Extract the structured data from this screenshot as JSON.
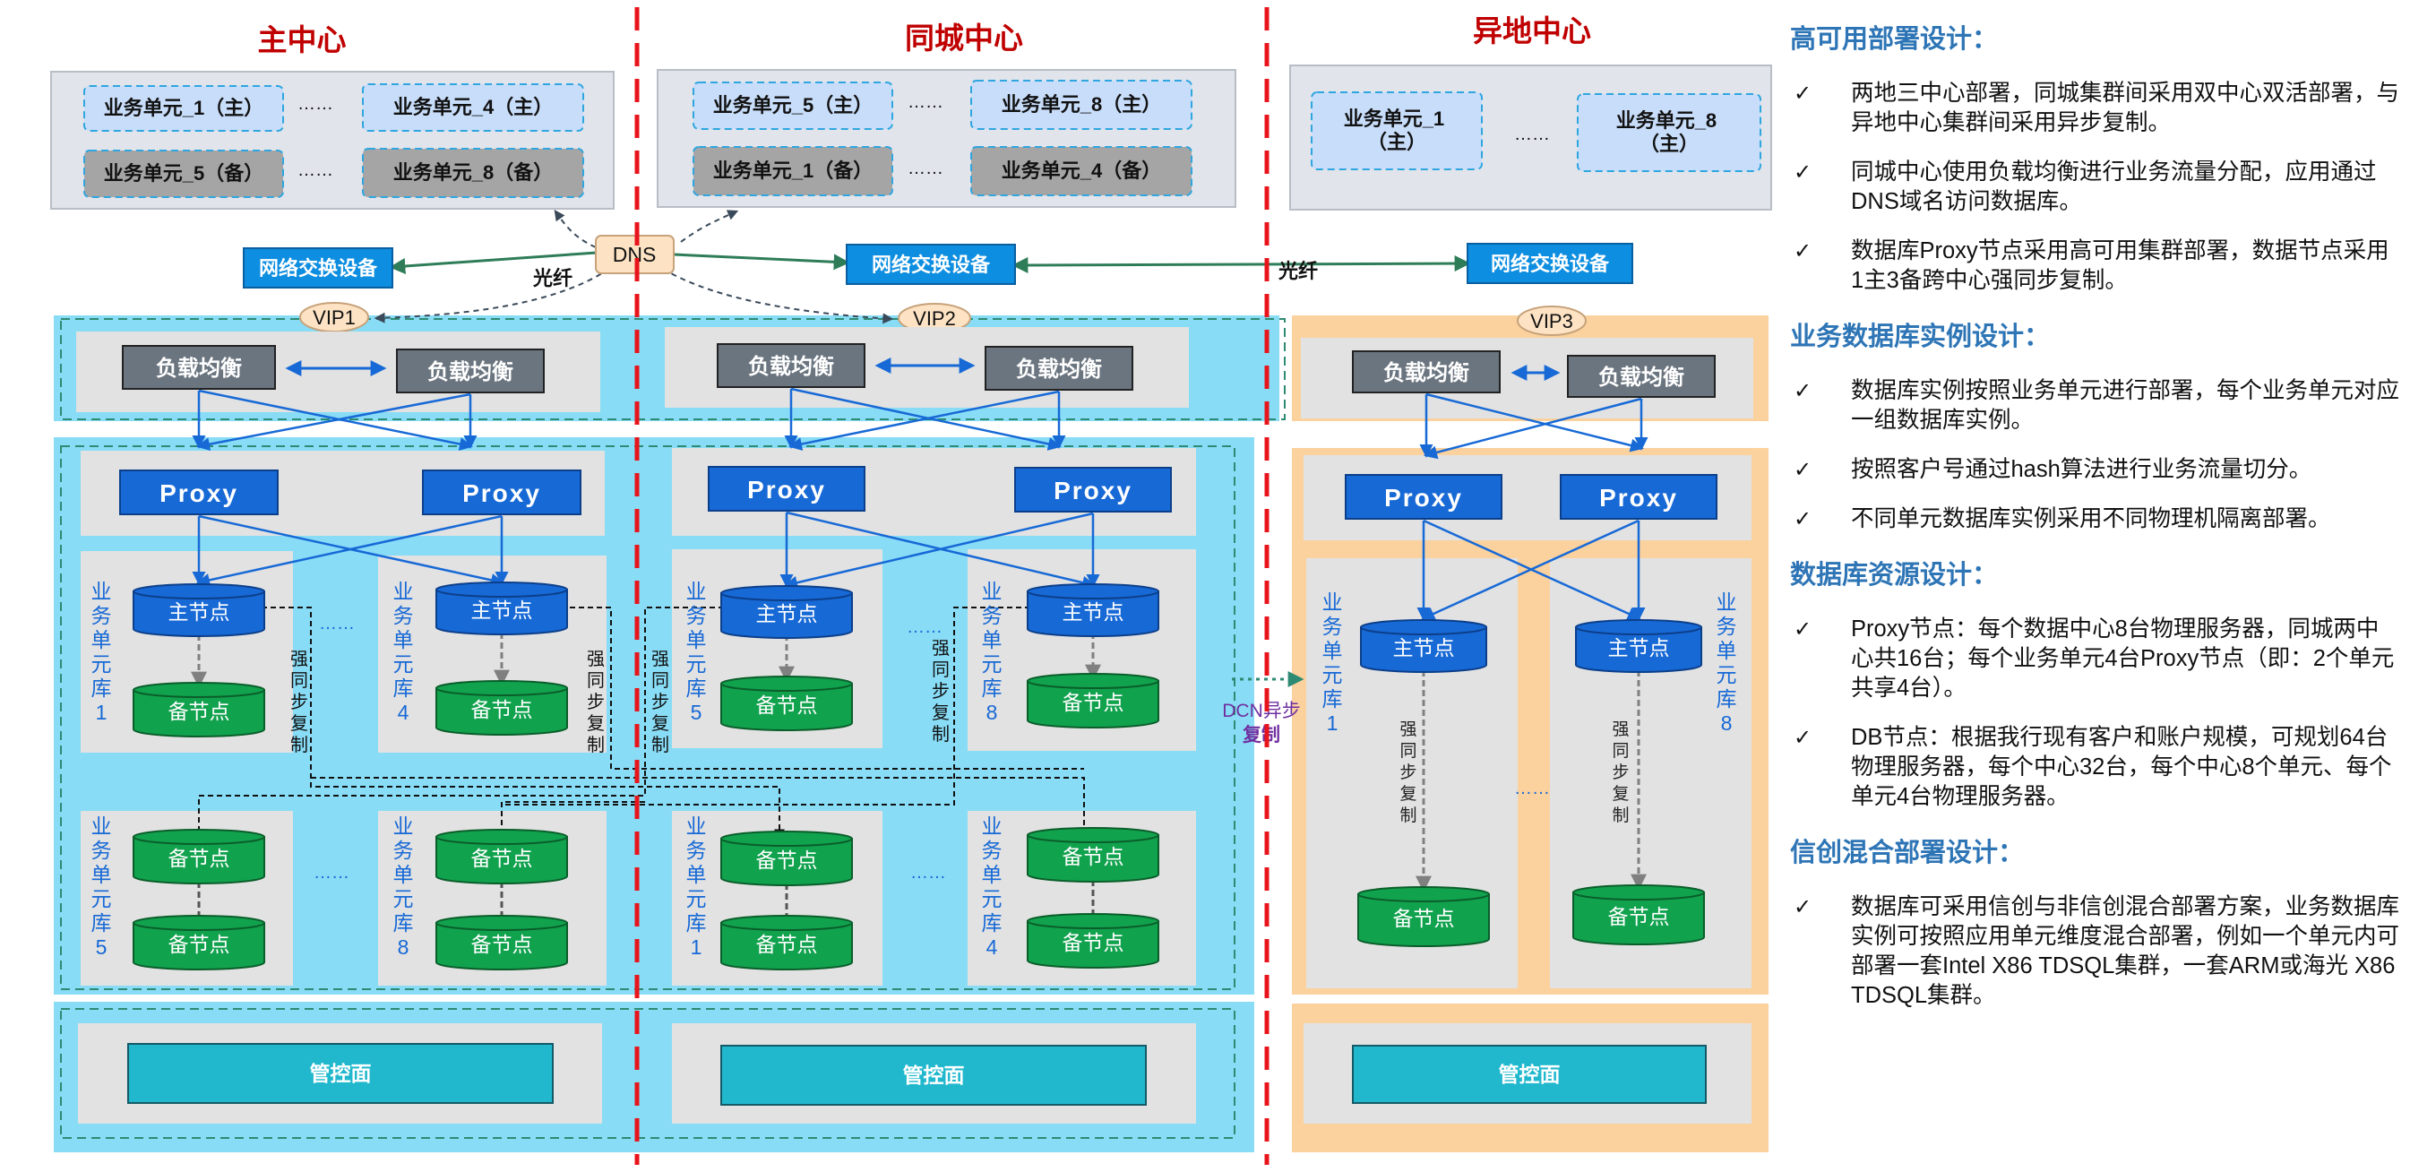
{
  "centers": {
    "main": "主中心",
    "same_city": "同城中心",
    "remote": "异地中心"
  },
  "units": {
    "main_row1": [
      "业务单元_1（主）",
      "业务单元_4（主）"
    ],
    "main_row2": [
      "业务单元_5（备）",
      "业务单元_8（备）"
    ],
    "city_row1": [
      "业务单元_5（主）",
      "业务单元_8（主）"
    ],
    "city_row2": [
      "业务单元_1（备）",
      "业务单元_4（备）"
    ],
    "remote": [
      "业务单元_1\n（主）",
      "业务单元_8\n（主）"
    ],
    "ellipsis": "……"
  },
  "network": {
    "dns": "DNS",
    "switch": "网络交换设备",
    "fiber": "光纤",
    "vips": [
      "VIP1",
      "VIP2",
      "VIP3"
    ],
    "load_balancer": "负载均衡",
    "proxy": "Proxy"
  },
  "db": {
    "master": "主节点",
    "standby": "备节点",
    "lib_prefix": "业务单元库",
    "main_libs_top": [
      "1",
      "4"
    ],
    "main_libs_bottom": [
      "5",
      "8"
    ],
    "city_libs_top": [
      "5",
      "8"
    ],
    "city_libs_bottom": [
      "1",
      "4"
    ],
    "remote_libs": [
      "1",
      "8"
    ],
    "sync_label": "强同步复制",
    "dcn_label": "DCN异步",
    "dcn_label2": "复制",
    "control_plane": "管控面"
  },
  "notes": [
    {
      "title": "高可用部署设计：",
      "items": [
        "两地三中心部署，同城集群间采用双中心双活部署，与异地中心集群间采用异步复制。",
        "同城中心使用负载均衡进行业务流量分配，应用通过DNS域名访问数据库。",
        "数据库Proxy节点采用高可用集群部署，数据节点采用1主3备跨中心强同步复制。"
      ]
    },
    {
      "title": "业务数据库实例设计：",
      "items": [
        "数据库实例按照业务单元进行部署，每个业务单元对应一组数据库实例。",
        "按照客户号通过hash算法进行业务流量切分。",
        "不同单元数据库实例采用不同物理机隔离部署。"
      ]
    },
    {
      "title": "数据库资源设计：",
      "items": [
        "Proxy节点：每个数据中心8台物理服务器，同城两中心共16台；每个业务单元4台Proxy节点（即：2个单元共享4台）。",
        "DB节点：根据我行现有客户和账户规模，可规划64台物理服务器，每个中心32台，每个中心8个单元、每个单元4台物理服务器。"
      ]
    },
    {
      "title": "信创混合部署设计：",
      "items": [
        "数据库可采用信创与非信创混合部署方案，业务数据库实例可按照应用单元维度混合部署，例如一个单元内可部署一套Intel X86 TDSQL集群，一套ARM或海光 X86 TDSQL集群。"
      ]
    }
  ],
  "check_mark": "✓",
  "colors": {
    "title_red": "#c00000",
    "divider_red": "#e8141b",
    "panel_cyan": "#88dcf6",
    "panel_orange": "#fbd19e",
    "switch_blue": "#0e8ee0",
    "node_blue": "#1769d6",
    "standby_green": "#11a24e",
    "lb_gray": "#6b7580",
    "control_cyan": "#21b8ce",
    "heading_blue": "#2e75b6"
  }
}
